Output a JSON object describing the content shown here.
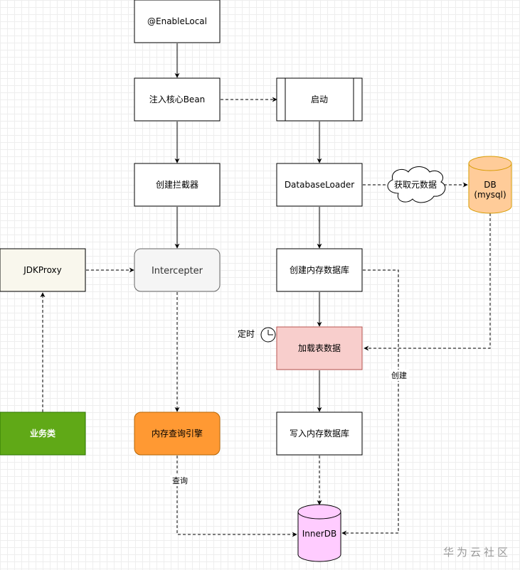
{
  "nodes": {
    "enable_local": "@EnableLocal",
    "inject_bean": "注入核心Bean",
    "startup": "启动",
    "create_interceptor": "创建拦截器",
    "database_loader": "DatabaseLoader",
    "fetch_metadata": "获取元数据",
    "db_line1": "DB",
    "db_line2": "(mysql)",
    "jdk_proxy": "JDKProxy",
    "intercepter": "Intercepter",
    "create_memory_db": "创建内存数据库",
    "load_table_data": "加载表数据",
    "timer_label": "定时",
    "business_class": "业务类",
    "memory_query_engine": "内存查询引擎",
    "write_memory_db": "写入内存数据库",
    "inner_db": "InnerDB"
  },
  "edge_labels": {
    "query": "查询",
    "create": "创建"
  },
  "colors": {
    "stroke": "#000000",
    "intercepter_fill": "#f5f5f5",
    "intercepter_stroke": "#666666",
    "jdkproxy_fill": "#f9f7ed",
    "load_table_fill": "#f8cecc",
    "load_table_stroke": "#b85450",
    "business_fill": "#60a917",
    "business_stroke": "#2d7600",
    "engine_fill": "#ff9933",
    "engine_stroke": "#b46504",
    "db_fill": "#ffcc99",
    "db_stroke": "#d79b00",
    "innerdb_fill": "#ffccff",
    "innerdb_stroke": "#000000"
  },
  "watermark": "华为云社区"
}
